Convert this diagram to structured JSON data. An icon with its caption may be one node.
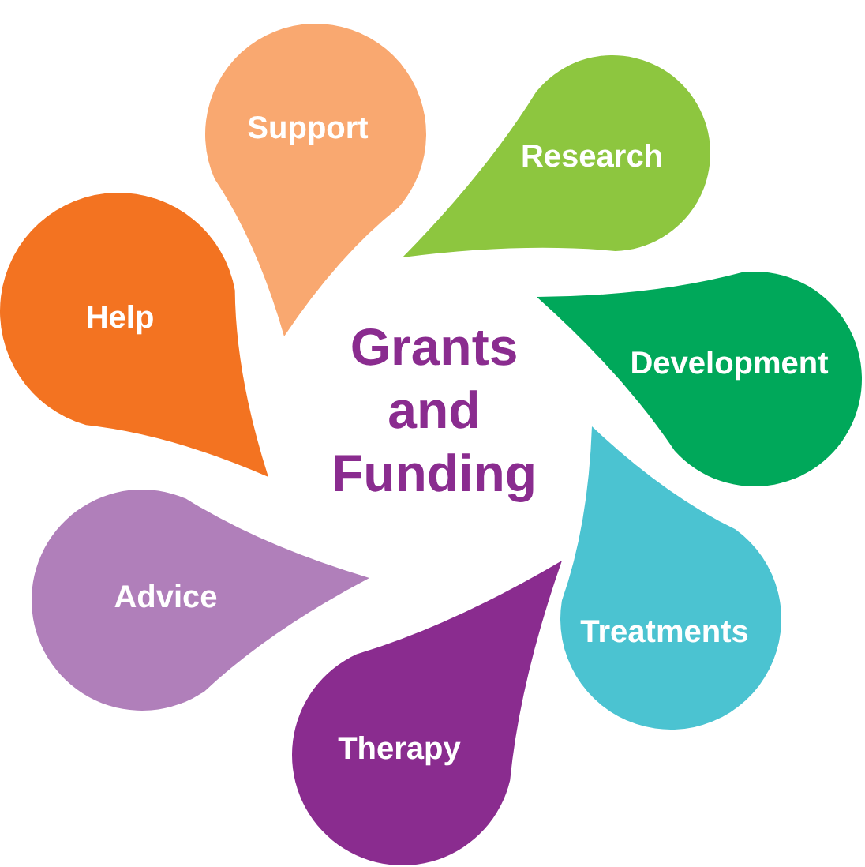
{
  "diagram": {
    "nodes": [
      {
        "text": [
          "Support"
        ]
      },
      {
        "text": [
          "Research"
        ]
      },
      {
        "text": [
          "Development"
        ]
      },
      {
        "text": [
          "Treatments"
        ]
      },
      {
        "text": [
          "Therapy"
        ]
      },
      {
        "text": [
          "Advice"
        ]
      },
      {
        "text": [
          "Help"
        ]
      }
    ],
    "labels": [
      "Grants and Funding"
    ]
  }
}
